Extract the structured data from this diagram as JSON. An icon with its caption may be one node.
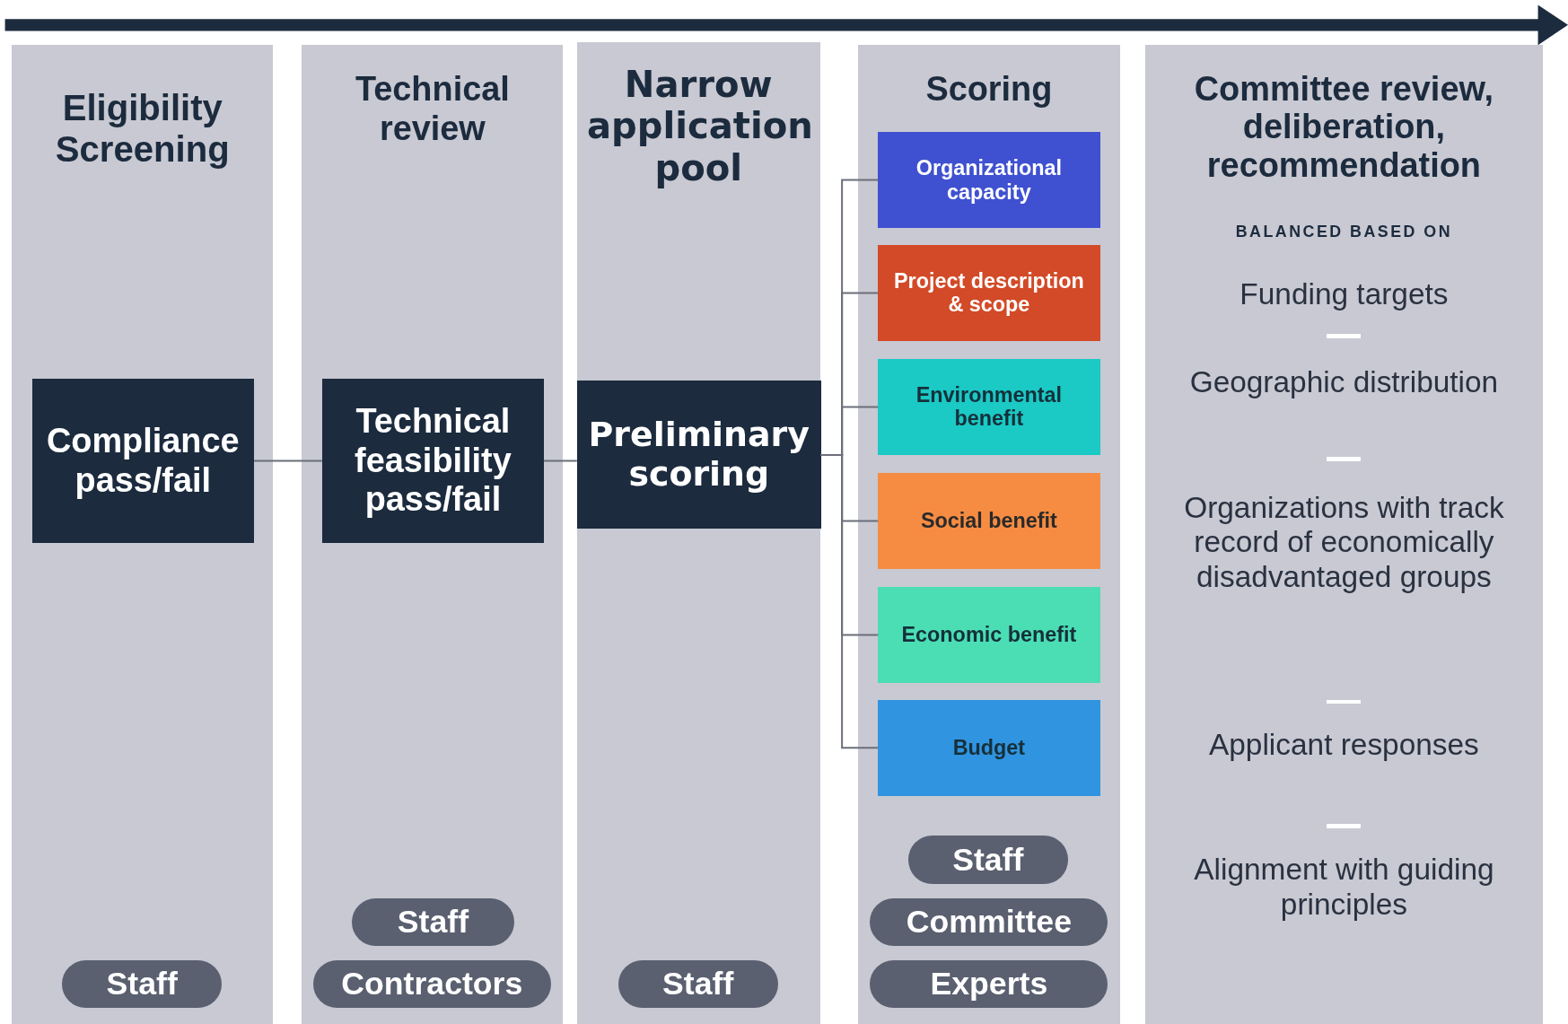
{
  "diagram": {
    "nodes": [
      {
        "text": [
          "Eligibility Screening"
        ]
      },
      {
        "text": [
          "Compliance pass/fail"
        ],
        "in": 0
      },
      {
        "text": [
          "Staff"
        ],
        "in": 0
      },
      {
        "text": [
          "Technical review"
        ]
      },
      {
        "text": [
          "Technical feasibility pass/fail"
        ],
        "in": 3
      },
      {
        "text": [
          "Staff"
        ],
        "in": 3
      },
      {
        "text": [
          "Contractors"
        ],
        "in": 3
      },
      {
        "text": [
          "Narrow application pool"
        ]
      },
      {
        "text": [
          "Preliminary scoring"
        ],
        "in": 7
      },
      {
        "text": [
          "Staff"
        ],
        "in": 7
      },
      {
        "text": [
          "Scoring"
        ]
      },
      {
        "text": [
          "Organizational capacity"
        ],
        "in": 10
      },
      {
        "text": [
          "Project description & scope"
        ],
        "in": 10
      },
      {
        "text": [
          "Environmental benefit"
        ],
        "in": 10
      },
      {
        "text": [
          "Social benefit"
        ],
        "in": 10
      },
      {
        "text": [
          "Economic benefit"
        ],
        "in": 10
      },
      {
        "text": [
          "Budget"
        ],
        "in": 10
      },
      {
        "text": [
          "Staff"
        ],
        "in": 10
      },
      {
        "text": [
          "Committee"
        ],
        "in": 10
      },
      {
        "text": [
          "Experts"
        ],
        "in": 10
      },
      {
        "text": [
          "Committee review, deliberation, recommendation",
          "BALANCED BASED ON",
          "Funding targets",
          "Geographic distribution",
          "Organizations with track record of economically disadvantaged groups",
          "Applicant responses",
          "Alignment with guiding principles"
        ]
      }
    ],
    "edges": [
      {
        "from": 1,
        "to": 4,
        "arrow": "none"
      },
      {
        "from": 4,
        "to": 8,
        "arrow": "none"
      },
      {
        "from": 8,
        "to": 11,
        "arrow": "none"
      },
      {
        "from": 8,
        "to": 12,
        "arrow": "none"
      },
      {
        "from": 8,
        "to": 13,
        "arrow": "none"
      },
      {
        "from": 8,
        "to": 14,
        "arrow": "none"
      },
      {
        "from": 8,
        "to": 15,
        "arrow": "none"
      },
      {
        "from": 8,
        "to": 16,
        "arrow": "none"
      }
    ]
  }
}
